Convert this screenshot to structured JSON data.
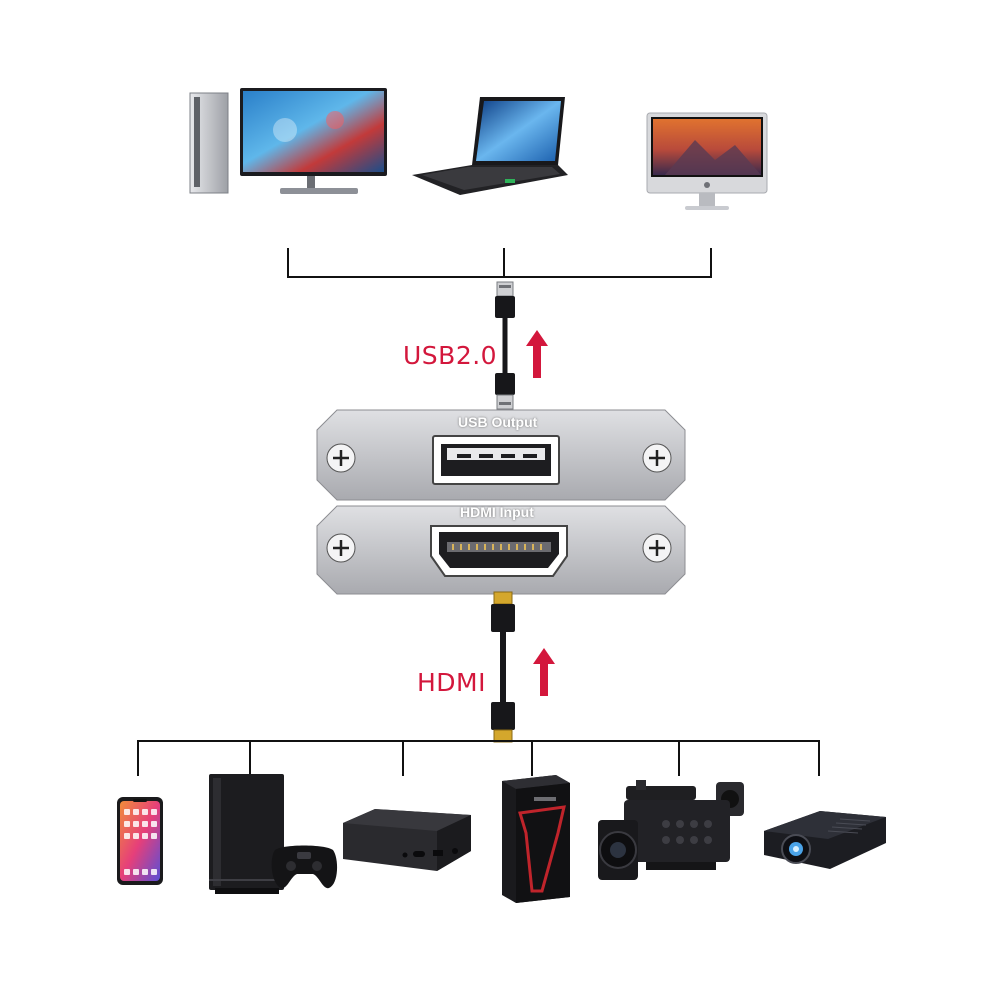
{
  "diagram": {
    "usb_label": "USB2.0",
    "hdmi_label": "HDMI",
    "usb_port_label": "USB Output",
    "hdmi_port_label": "HDMI Input"
  },
  "colors": {
    "accent_red": "#d3173c",
    "line": "#111111",
    "device_silver": "#c9cace"
  },
  "hosts": [
    {
      "icon": "desktop-pc-icon"
    },
    {
      "icon": "laptop-icon"
    },
    {
      "icon": "imac-icon"
    }
  ],
  "sources": [
    {
      "icon": "smartphone-icon"
    },
    {
      "icon": "game-console-icon"
    },
    {
      "icon": "tv-box-icon"
    },
    {
      "icon": "gaming-pc-tower-icon"
    },
    {
      "icon": "camcorder-icon"
    },
    {
      "icon": "projector-icon"
    }
  ]
}
